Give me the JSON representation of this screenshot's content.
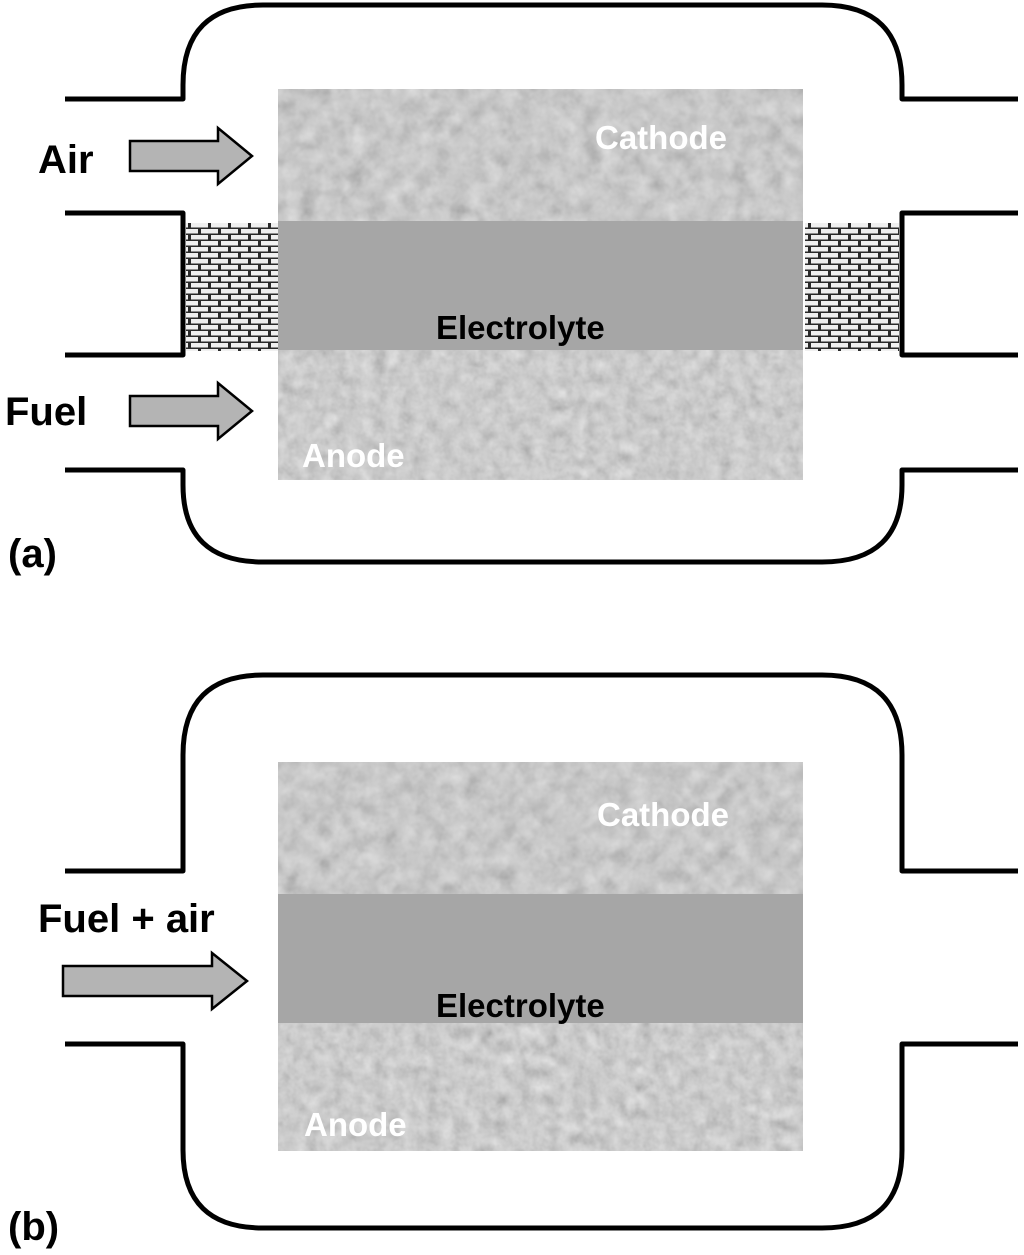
{
  "panel_a": {
    "label": "(a)",
    "inlet_top": "Air",
    "inlet_bottom": "Fuel",
    "cathode": "Cathode",
    "electrolyte": "Electrolyte",
    "anode": "Anode"
  },
  "panel_b": {
    "label": "(b)",
    "inlet": "Fuel + air",
    "cathode": "Cathode",
    "electrolyte": "Electrolyte",
    "anode": "Anode"
  },
  "colors": {
    "outline": "#000000",
    "electrolyte": "#a6a6a6",
    "arrow_fill": "#b4b4b4",
    "micrograph_base": "#8e8e8e",
    "micrograph_grain": "#b0b0b0"
  }
}
